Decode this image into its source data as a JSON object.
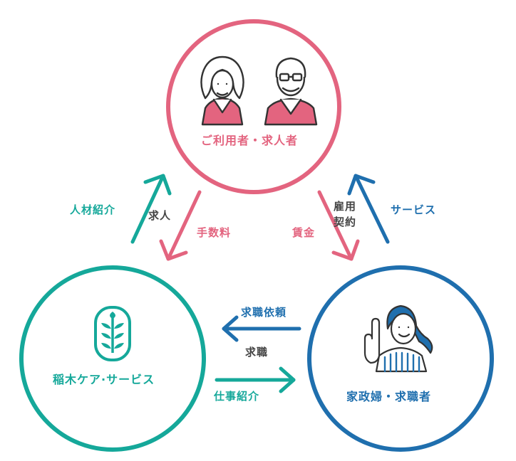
{
  "nodes": {
    "users": {
      "label": "ご利用者・求人者"
    },
    "company": {
      "label": "稲木ケア·サービス"
    },
    "worker": {
      "label": "家政婦・求職者"
    }
  },
  "flows": {
    "company_to_users": "人材紹介",
    "users_to_company_job": "求人",
    "users_to_company_fee": "手数料",
    "users_to_worker_wage": "賃金",
    "employment_contract": "雇用\n契約",
    "worker_to_users": "サービス",
    "worker_to_company_request": "求職依頼",
    "job_seeking": "求職",
    "company_to_worker": "仕事紹介"
  },
  "colors": {
    "pink": "#e3647f",
    "teal": "#15a89a",
    "blue": "#1f6fae",
    "text_gray": "#444444"
  },
  "icons": {
    "users": "elderly-couple-icon",
    "company": "leaf-logo-icon",
    "worker": "housekeeper-pointing-icon"
  }
}
